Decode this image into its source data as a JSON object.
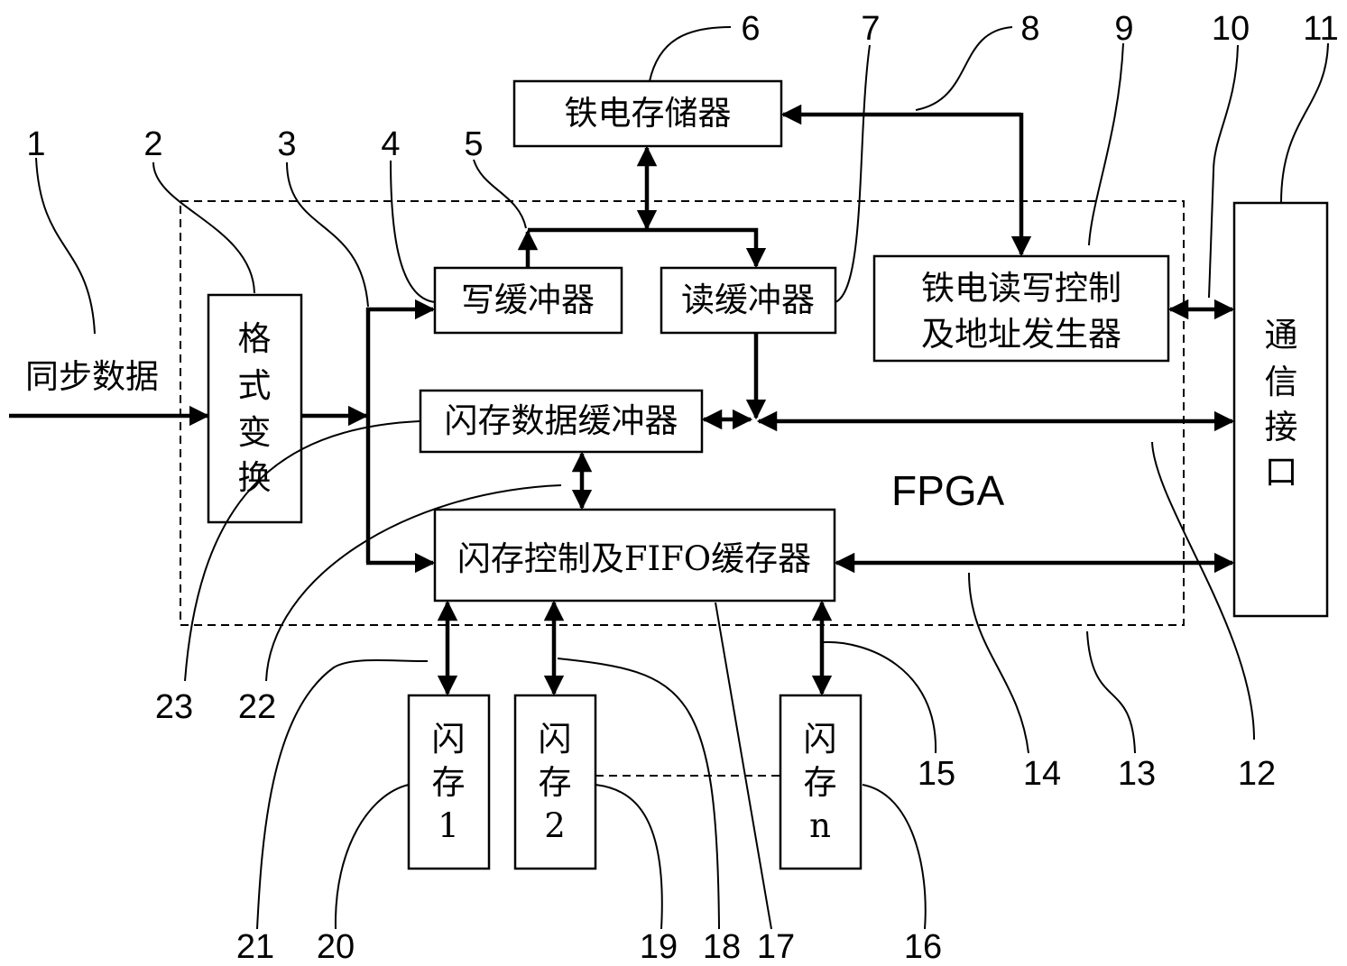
{
  "blocks": {
    "ferroelectric_memory": "铁电存储器",
    "write_buffer": "写缓冲器",
    "read_buffer": "读缓冲器",
    "fram_ctrl_line1": "铁电读写控制",
    "fram_ctrl_line2": "及地址发生器",
    "format_chars": [
      "格",
      "式",
      "变",
      "换"
    ],
    "flash_data_buffer": "闪存数据缓冲器",
    "flash_ctrl_fifo": "闪存控制及FIFO缓存器",
    "comm_chars": [
      "通",
      "信",
      "接",
      "口"
    ],
    "flash1": [
      "闪",
      "存",
      "1"
    ],
    "flash2": [
      "闪",
      "存",
      "2"
    ],
    "flashn": [
      "闪",
      "存",
      "n"
    ]
  },
  "labels": {
    "sync_data": "同步数据",
    "fpga": "FPGA"
  },
  "callouts": {
    "n1": "1",
    "n2": "2",
    "n3": "3",
    "n4": "4",
    "n5": "5",
    "n6": "6",
    "n7": "7",
    "n8": "8",
    "n9": "9",
    "n10": "10",
    "n11": "11",
    "n12": "12",
    "n13": "13",
    "n14": "14",
    "n15": "15",
    "n16": "16",
    "n17": "17",
    "n18": "18",
    "n19": "19",
    "n20": "20",
    "n21": "21",
    "n22": "22",
    "n23": "23"
  }
}
